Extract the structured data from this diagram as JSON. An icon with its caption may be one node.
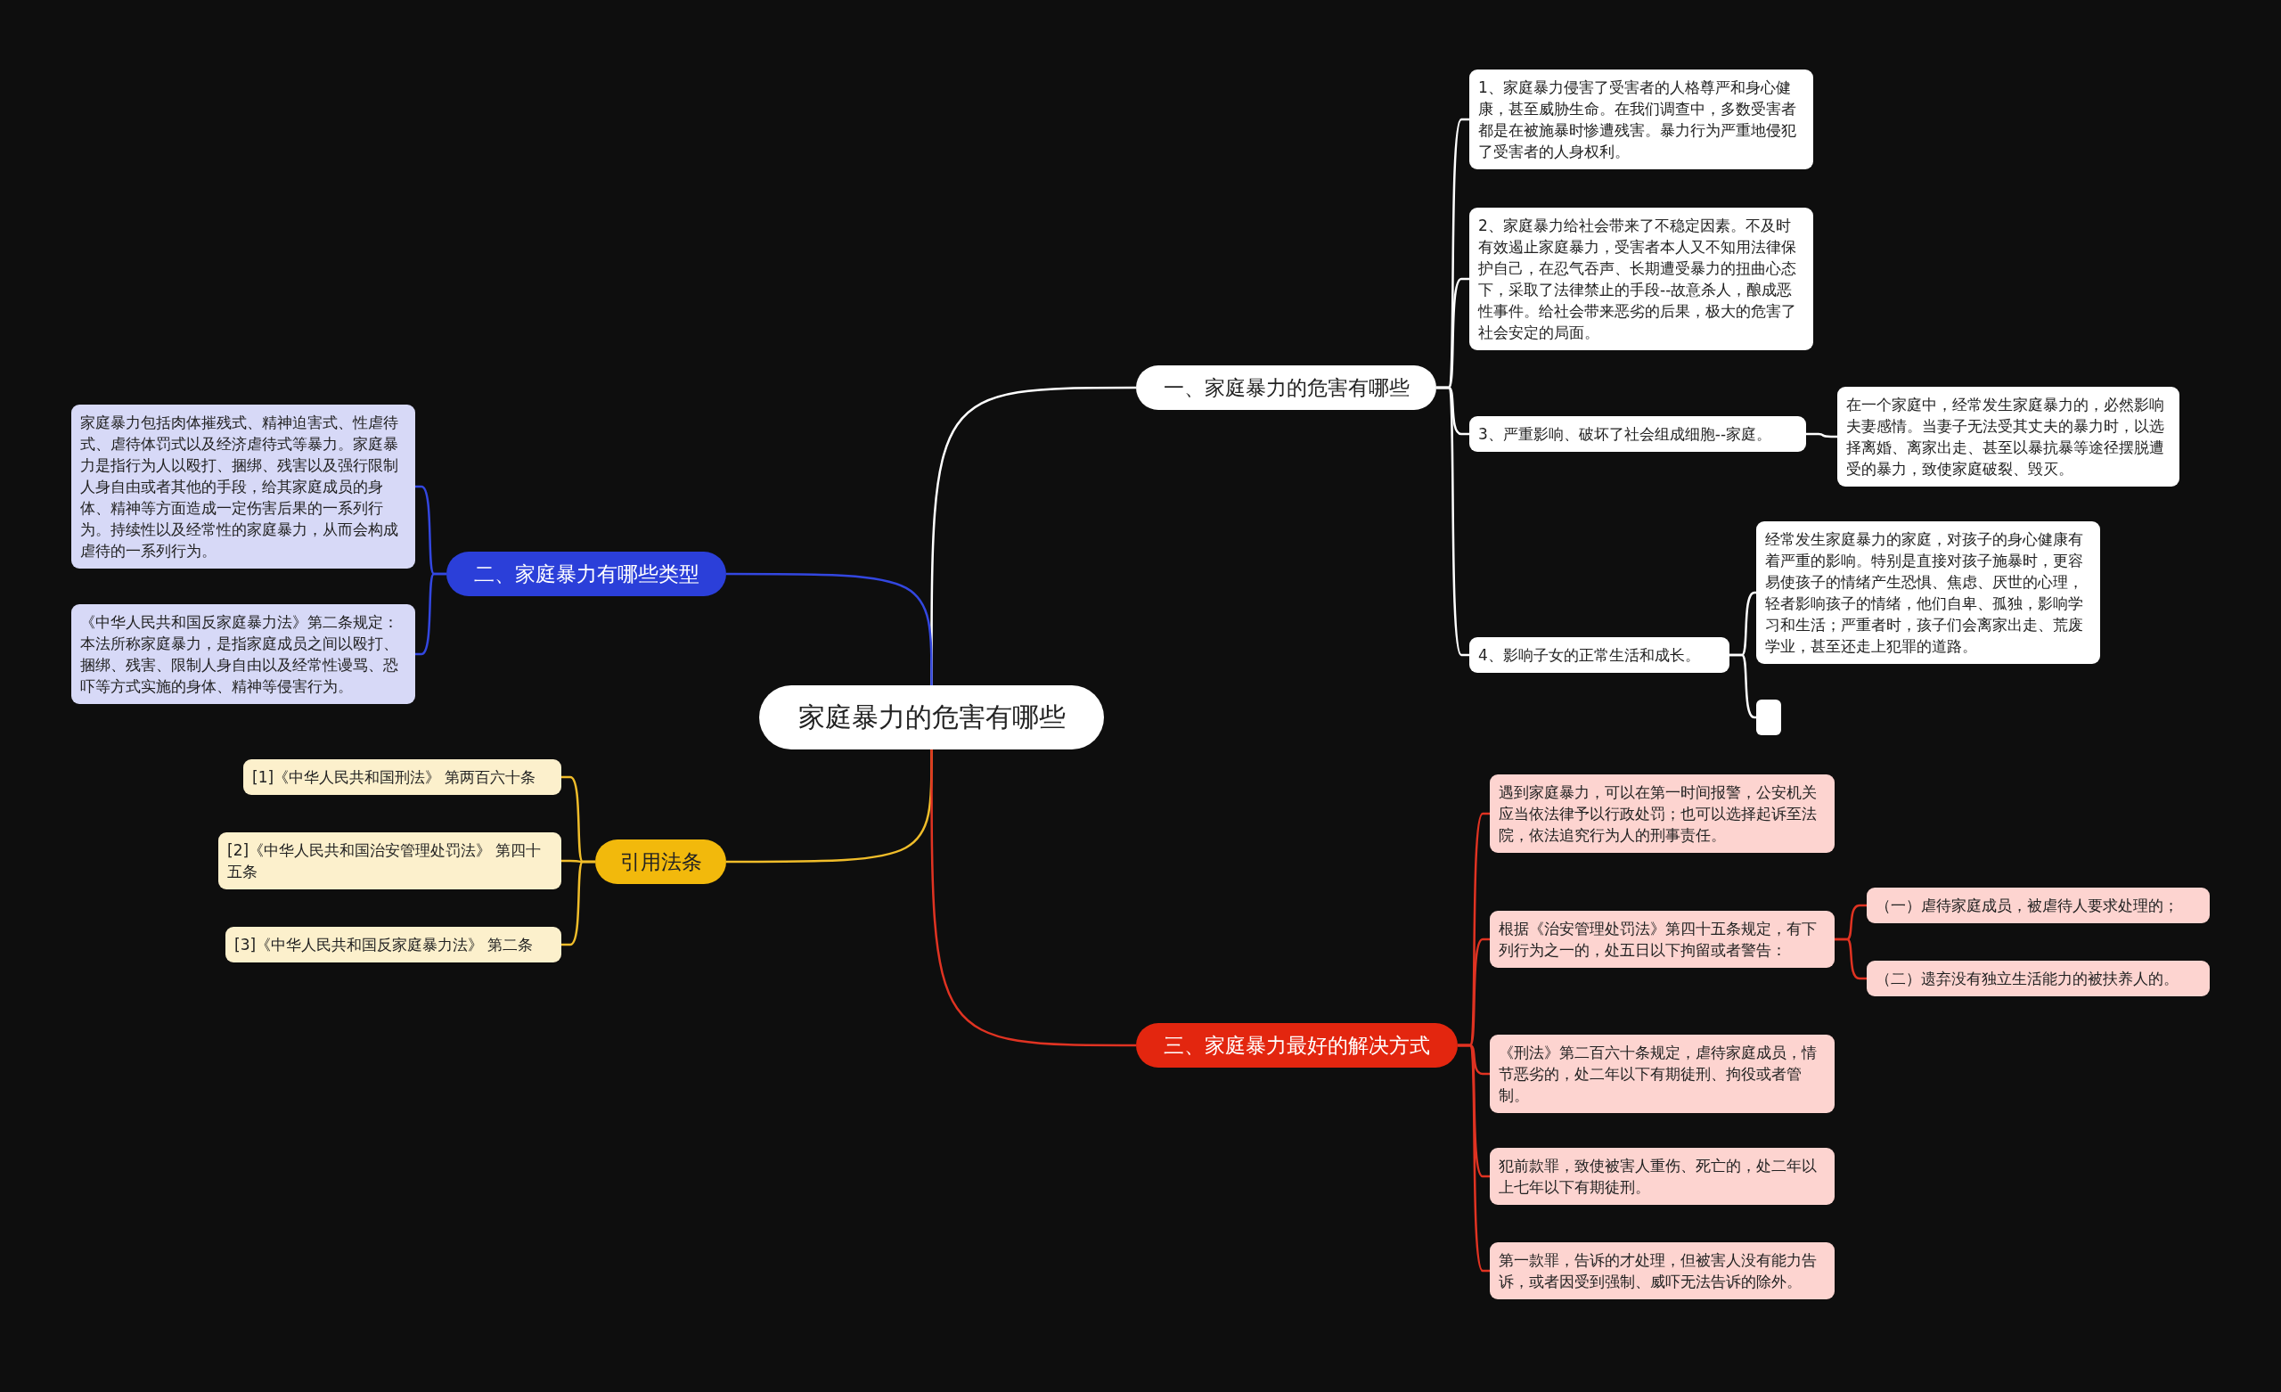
{
  "diagram": {
    "nodes": [
      {
        "text": [
          "家庭暴力的危害有哪些"
        ]
      },
      {
        "text": [
          "一、家庭暴力的危害有哪些"
        ]
      },
      {
        "text": [
          "1、家庭暴力侵害了受害者的人格尊严和身心健康，甚至威胁生命。在我们调查中，多数受害者都是在被施暴时惨遭残害。暴力行为严重地侵犯了受害者的人身权利。"
        ]
      },
      {
        "text": [
          "2、家庭暴力给社会带来了不稳定因素。不及时有效遏止家庭暴力，受害者本人又不知用法律保护自己，在忍气吞声、长期遭受暴力的扭曲心态下，采取了法律禁止的手段--故意杀人，酿成恶性事件。给社会带来恶劣的后果，极大的危害了社会安定的局面。"
        ]
      },
      {
        "text": [
          "3、严重影响、破坏了社会组成细胞--家庭。"
        ]
      },
      {
        "text": [
          "在一个家庭中，经常发生家庭暴力的，必然影响夫妻感情。当妻子无法受其丈夫的暴力时，以选择离婚、离家出走、甚至以暴抗暴等途径摆脱遭受的暴力，致使家庭破裂、毁灭。"
        ]
      },
      {
        "text": [
          "4、影响子女的正常生活和成长。"
        ]
      },
      {
        "text": [
          "经常发生家庭暴力的家庭，对孩子的身心健康有着严重的影响。特别是直接对孩子施暴时，更容易使孩子的情绪产生恐惧、焦虑、厌世的心理，轻者影响孩子的情绪，他们自卑、孤独，影响学习和生活；严重者时，孩子们会离家出走、荒废学业，甚至还走上犯罪的道路。"
        ]
      },
      {
        "text": [],
        "shape": "box"
      },
      {
        "text": [
          "二、家庭暴力有哪些类型"
        ]
      },
      {
        "text": [
          "家庭暴力包括肉体摧残式、精神迫害式、性虐待式、虐待体罚式以及经济虐待式等暴力。家庭暴力是指行为人以殴打、捆绑、残害以及强行限制人身自由或者其他的手段，给其家庭成员的身体、精神等方面造成一定伤害后果的一系列行为。持续性以及经常性的家庭暴力，从而会构成虐待的一系列行为。"
        ]
      },
      {
        "text": [
          "《中华人民共和国反家庭暴力法》第二条规定：本法所称家庭暴力，是指家庭成员之间以殴打、捆绑、残害、限制人身自由以及经常性谩骂、恐吓等方式实施的身体、精神等侵害行为。"
        ]
      },
      {
        "text": [
          "引用法条"
        ]
      },
      {
        "text": [
          "[1]《中华人民共和国刑法》 第两百六十条"
        ]
      },
      {
        "text": [
          "[2]《中华人民共和国治安管理处罚法》 第四十五条"
        ]
      },
      {
        "text": [
          "[3]《中华人民共和国反家庭暴力法》 第二条"
        ]
      },
      {
        "text": [
          "三、家庭暴力最好的解决方式"
        ]
      },
      {
        "text": [
          "遇到家庭暴力，可以在第一时间报警，公安机关应当依法律予以行政处罚；也可以选择起诉至法院，依法追究行为人的刑事责任。"
        ]
      },
      {
        "text": [
          "根据《治安管理处罚法》第四十五条规定，有下列行为之一的，处五日以下拘留或者警告："
        ]
      },
      {
        "text": [
          "（一）虐待家庭成员，被虐待人要求处理的；"
        ]
      },
      {
        "text": [
          "（二）遗弃没有独立生活能力的被扶养人的。"
        ]
      },
      {
        "text": [
          "《刑法》第二百六十条规定，虐待家庭成员，情节恶劣的，处二年以下有期徒刑、拘役或者管制。"
        ]
      },
      {
        "text": [
          "犯前款罪，致使被害人重伤、死亡的，处二年以上七年以下有期徒刑。"
        ]
      },
      {
        "text": [
          "第一款罪，告诉的才处理，但被害人没有能力告诉，或者因受到强制、威吓无法告诉的除外。"
        ]
      }
    ],
    "edges": [
      {
        "from": 0,
        "to": 1,
        "arrow": "none"
      },
      {
        "from": 1,
        "to": 2,
        "arrow": "none"
      },
      {
        "from": 1,
        "to": 3,
        "arrow": "none"
      },
      {
        "from": 1,
        "to": 4,
        "arrow": "none"
      },
      {
        "from": 4,
        "to": 5,
        "arrow": "none"
      },
      {
        "from": 1,
        "to": 6,
        "arrow": "none"
      },
      {
        "from": 6,
        "to": 7,
        "arrow": "none"
      },
      {
        "from": 6,
        "to": 8,
        "arrow": "none"
      },
      {
        "from": 0,
        "to": 9,
        "arrow": "none",
        "color": "#3347e0"
      },
      {
        "from": 9,
        "to": 10,
        "arrow": "none",
        "color": "#3347e0"
      },
      {
        "from": 9,
        "to": 11,
        "arrow": "none",
        "color": "#3347e0"
      },
      {
        "from": 0,
        "to": 12,
        "arrow": "none",
        "color": "#f0bd2a"
      },
      {
        "from": 12,
        "to": 13,
        "arrow": "none",
        "color": "#f0bd2a"
      },
      {
        "from": 12,
        "to": 14,
        "arrow": "none",
        "color": "#f0bd2a"
      },
      {
        "from": 12,
        "to": 15,
        "arrow": "none",
        "color": "#f0bd2a"
      },
      {
        "from": 0,
        "to": 16,
        "arrow": "none",
        "color": "#e03322"
      },
      {
        "from": 16,
        "to": 17,
        "arrow": "none",
        "color": "#e03322"
      },
      {
        "from": 16,
        "to": 18,
        "arrow": "none",
        "color": "#e03322"
      },
      {
        "from": 18,
        "to": 19,
        "arrow": "none",
        "color": "#e03322"
      },
      {
        "from": 18,
        "to": 20,
        "arrow": "none",
        "color": "#e03322"
      },
      {
        "from": 16,
        "to": 21,
        "arrow": "none",
        "color": "#e03322"
      },
      {
        "from": 16,
        "to": 22,
        "arrow": "none",
        "color": "#e03322"
      },
      {
        "from": 16,
        "to": 23,
        "arrow": "none",
        "color": "#e03322"
      }
    ]
  }
}
